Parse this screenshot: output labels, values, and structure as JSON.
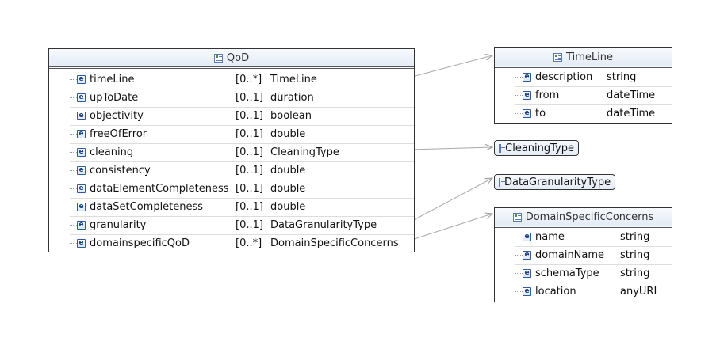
{
  "qod": {
    "title": "QoD",
    "elements": [
      {
        "name": "timeLine",
        "card": "[0..*]",
        "type": "TimeLine"
      },
      {
        "name": "upToDate",
        "card": "[0..1]",
        "type": "duration"
      },
      {
        "name": "objectivity",
        "card": "[0..1]",
        "type": "boolean"
      },
      {
        "name": "freeOfError",
        "card": "[0..1]",
        "type": "double"
      },
      {
        "name": "cleaning",
        "card": "[0..1]",
        "type": "CleaningType"
      },
      {
        "name": "consistency",
        "card": "[0..1]",
        "type": "double"
      },
      {
        "name": "dataElementCompleteness",
        "card": "[0..1]",
        "type": "double"
      },
      {
        "name": "dataSetCompleteness",
        "card": "[0..1]",
        "type": "double"
      },
      {
        "name": "granularity",
        "card": "[0..1]",
        "type": "DataGranularityType"
      },
      {
        "name": "domainspecificQoD",
        "card": "[0..*]",
        "type": "DomainSpecificConcerns"
      }
    ]
  },
  "timeline": {
    "title": "TimeLine",
    "elements": [
      {
        "name": "description",
        "type": "string"
      },
      {
        "name": "from",
        "type": "dateTime"
      },
      {
        "name": "to",
        "type": "dateTime"
      }
    ]
  },
  "cleaning_type": {
    "title": "CleaningType"
  },
  "granularity_type": {
    "title": "DataGranularityType"
  },
  "domain_concerns": {
    "title": "DomainSpecificConcerns",
    "elements": [
      {
        "name": "name",
        "type": "string"
      },
      {
        "name": "domainName",
        "type": "string"
      },
      {
        "name": "schemaType",
        "type": "string"
      },
      {
        "name": "location",
        "type": "anyURI"
      }
    ]
  },
  "icon_letter": "e",
  "colors": {
    "header_top": "#f7fafe",
    "header_bottom": "#e3ebf5",
    "icon_border": "#2f5a9c",
    "connector": "#aaaaaa"
  }
}
